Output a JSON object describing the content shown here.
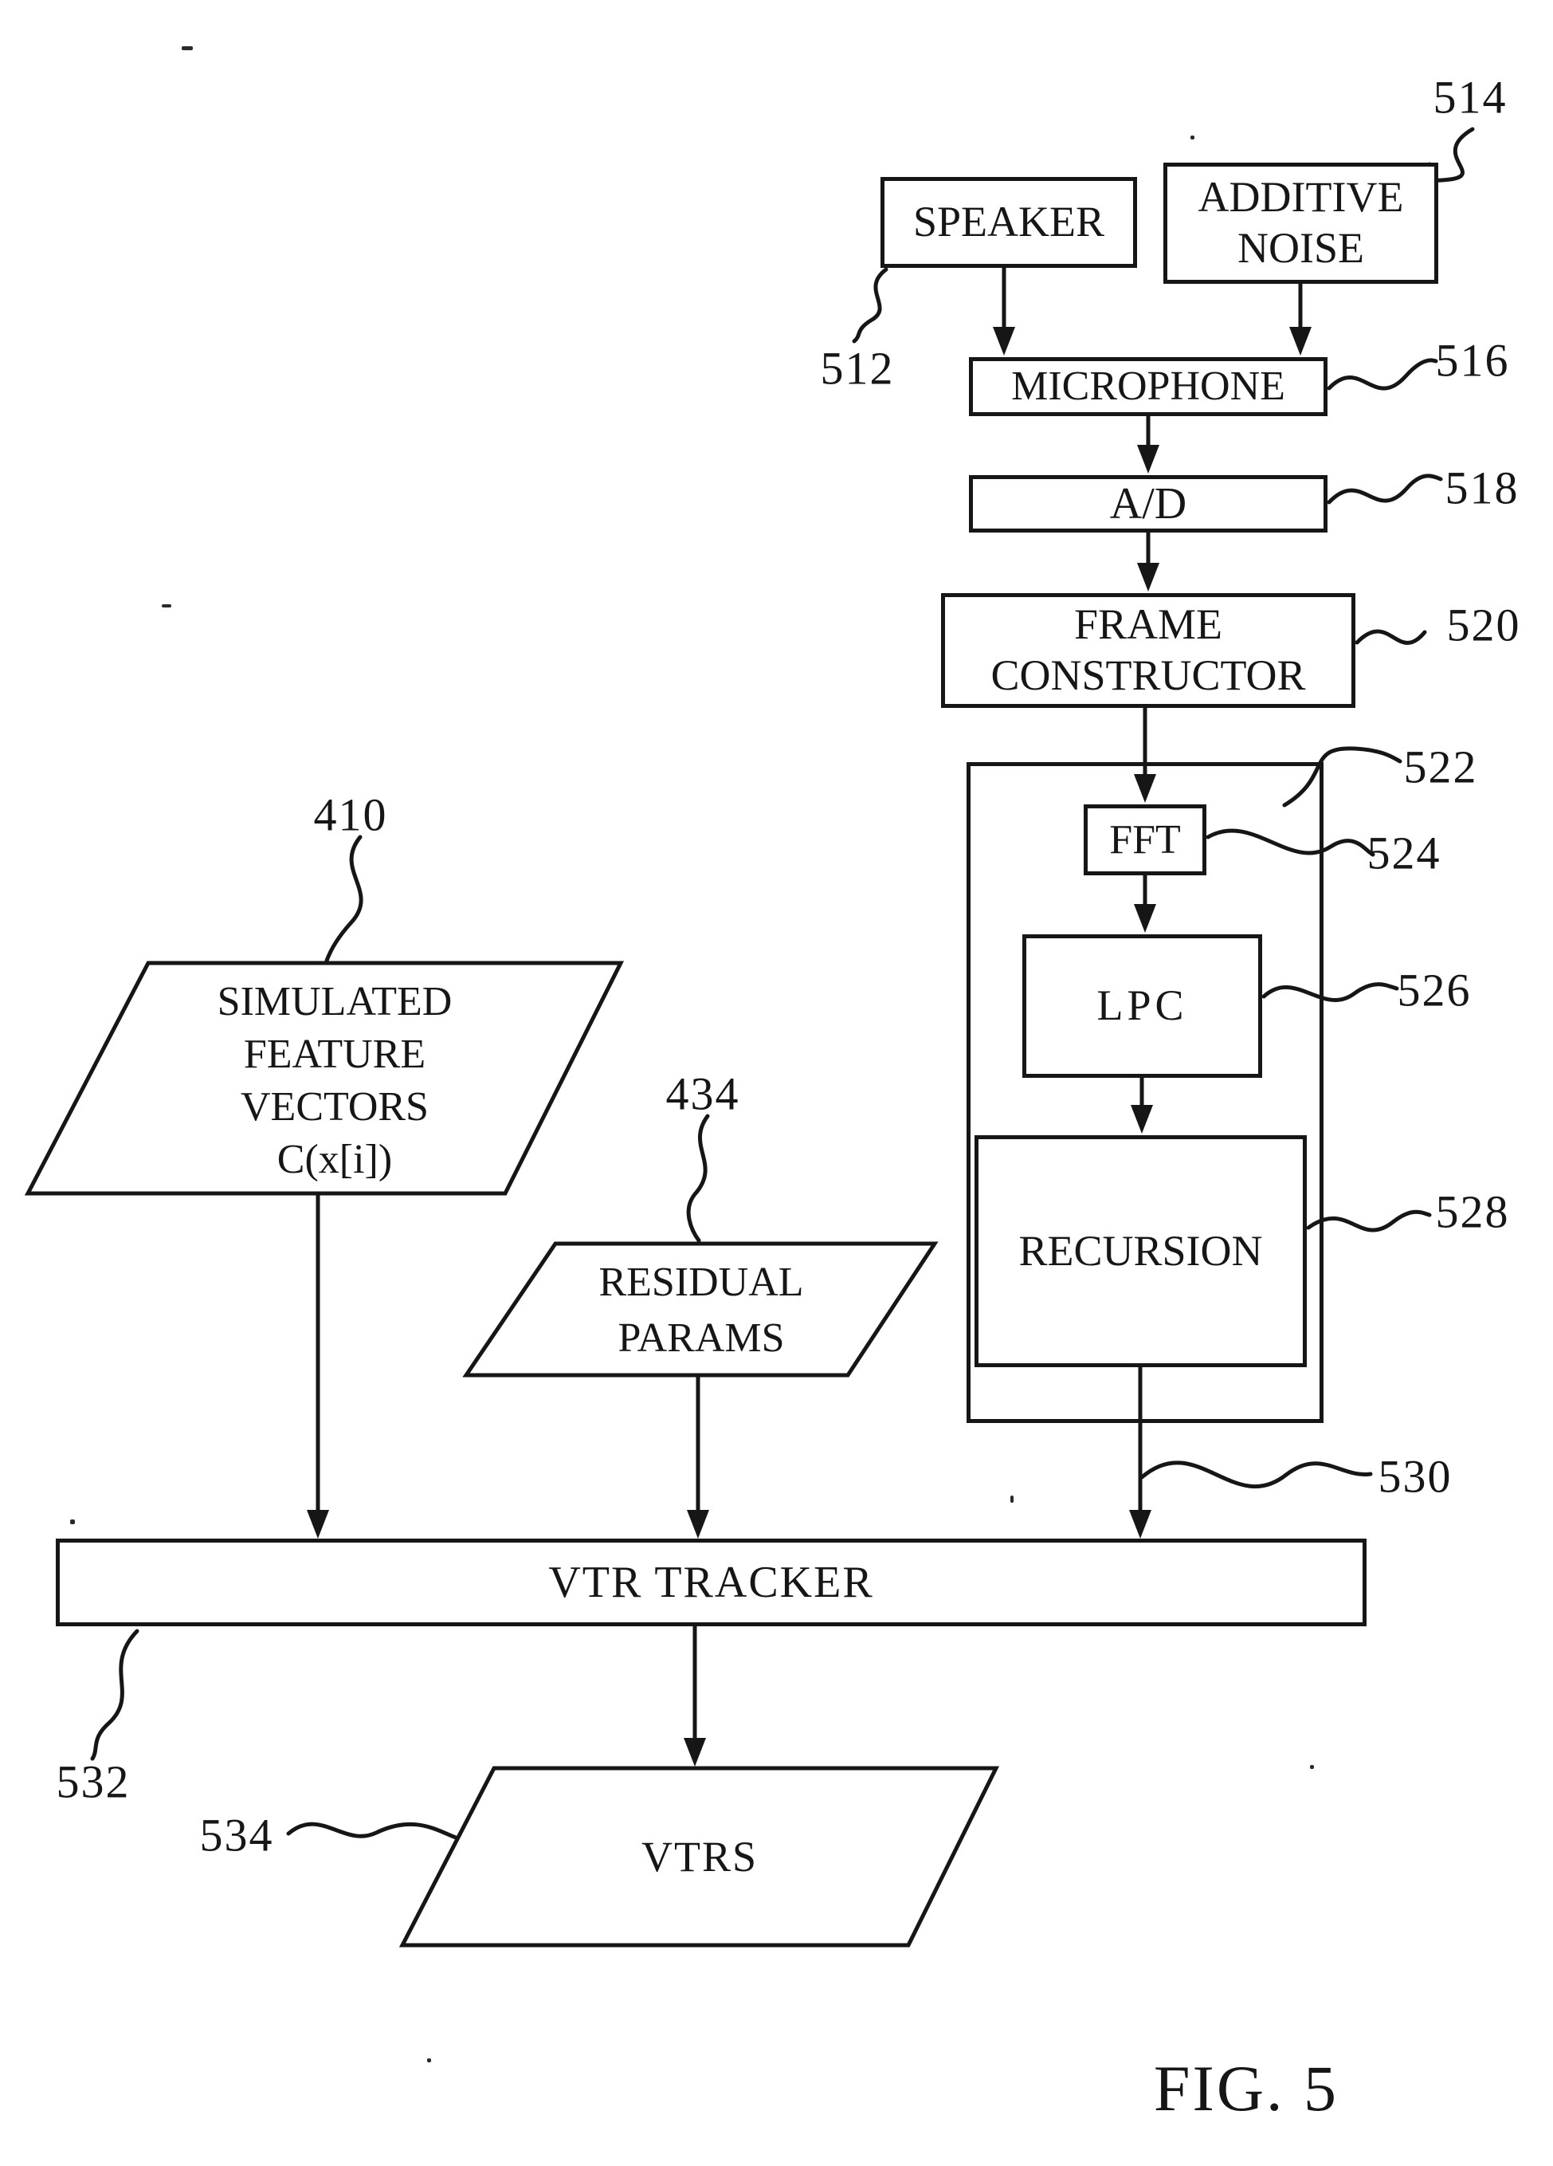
{
  "caption": "FIG. 5",
  "boxes": {
    "speaker": "SPEAKER",
    "additive_noise": "ADDITIVE\nNOISE",
    "microphone": "MICROPHONE",
    "ad_converter": "A/D",
    "frame_constructor": "FRAME\nCONSTRUCTOR",
    "fft": "FFT",
    "lpc": "LPC",
    "recursion": "RECURSION",
    "vtr_tracker": "VTR TRACKER"
  },
  "io_shapes": {
    "simulated_feature_vectors": "SIMULATED\nFEATURE\nVECTORS\nC(x[i])",
    "residual_params": "RESIDUAL\nPARAMS",
    "vtrs": "VTRS"
  },
  "ref_labels": {
    "r410": "410",
    "r434": "434",
    "r512": "512",
    "r514": "514",
    "r516": "516",
    "r518": "518",
    "r520": "520",
    "r522": "522",
    "r524": "524",
    "r526": "526",
    "r528": "528",
    "r530": "530",
    "r532": "532",
    "r534": "534"
  },
  "colors": {
    "ink": "#161616",
    "paper": "#ffffff"
  }
}
